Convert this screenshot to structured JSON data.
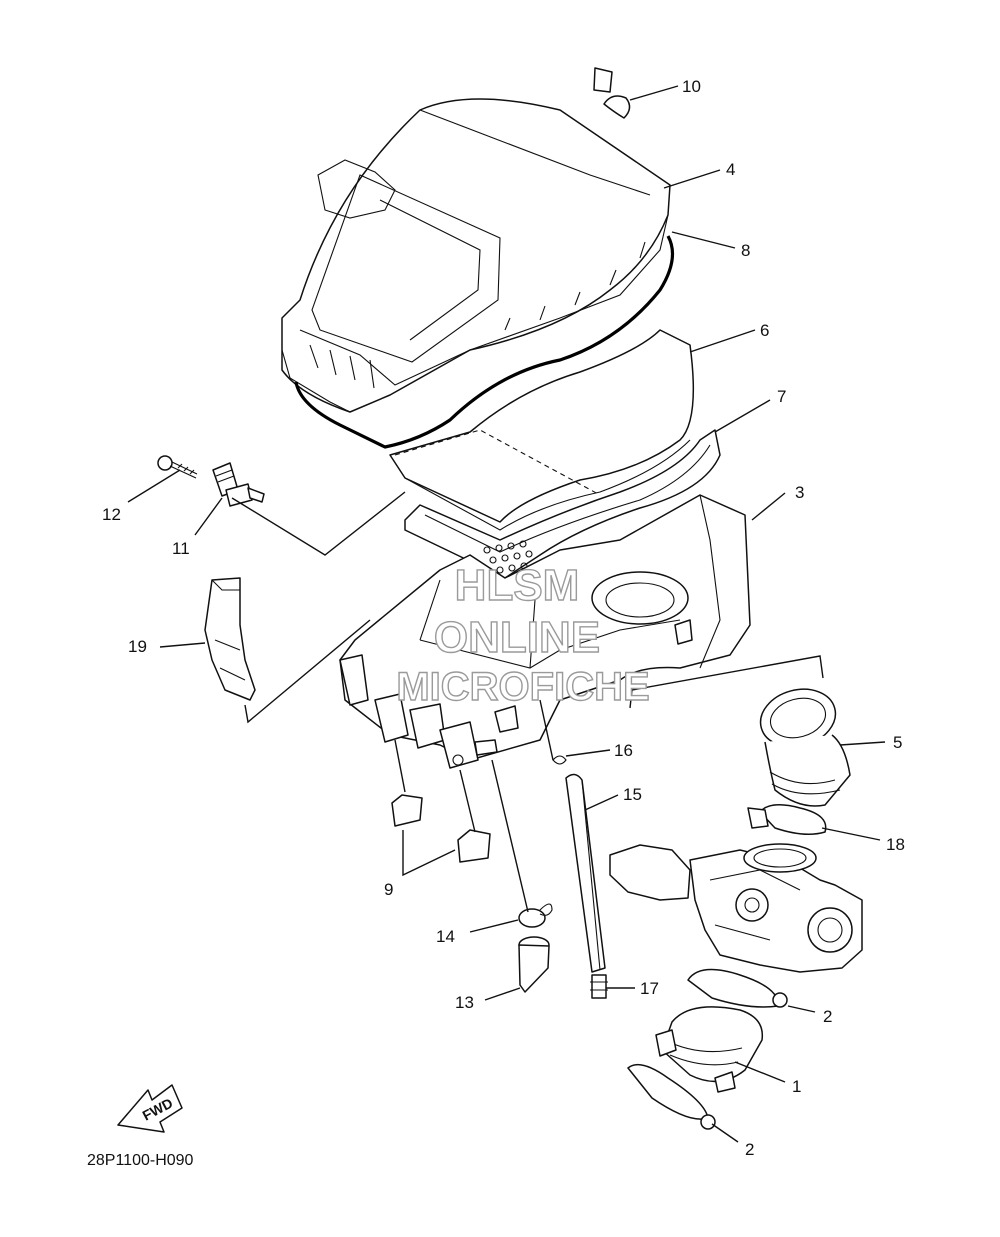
{
  "diagram": {
    "code": "28P1100-H090",
    "fwd_label": "FWD",
    "watermark": [
      "HLSM",
      "ONLINE",
      "MICROFICHE"
    ],
    "callouts": [
      {
        "id": "10",
        "label": "10"
      },
      {
        "id": "4",
        "label": "4"
      },
      {
        "id": "8",
        "label": "8"
      },
      {
        "id": "6",
        "label": "6"
      },
      {
        "id": "7",
        "label": "7"
      },
      {
        "id": "3",
        "label": "3"
      },
      {
        "id": "12",
        "label": "12"
      },
      {
        "id": "11",
        "label": "11"
      },
      {
        "id": "19",
        "label": "19"
      },
      {
        "id": "5",
        "label": "5"
      },
      {
        "id": "16",
        "label": "16"
      },
      {
        "id": "15",
        "label": "15"
      },
      {
        "id": "18",
        "label": "18"
      },
      {
        "id": "9",
        "label": "9"
      },
      {
        "id": "14",
        "label": "14"
      },
      {
        "id": "13",
        "label": "13"
      },
      {
        "id": "17",
        "label": "17"
      },
      {
        "id": "2a",
        "label": "2"
      },
      {
        "id": "1",
        "label": "1"
      },
      {
        "id": "2b",
        "label": "2"
      }
    ]
  }
}
